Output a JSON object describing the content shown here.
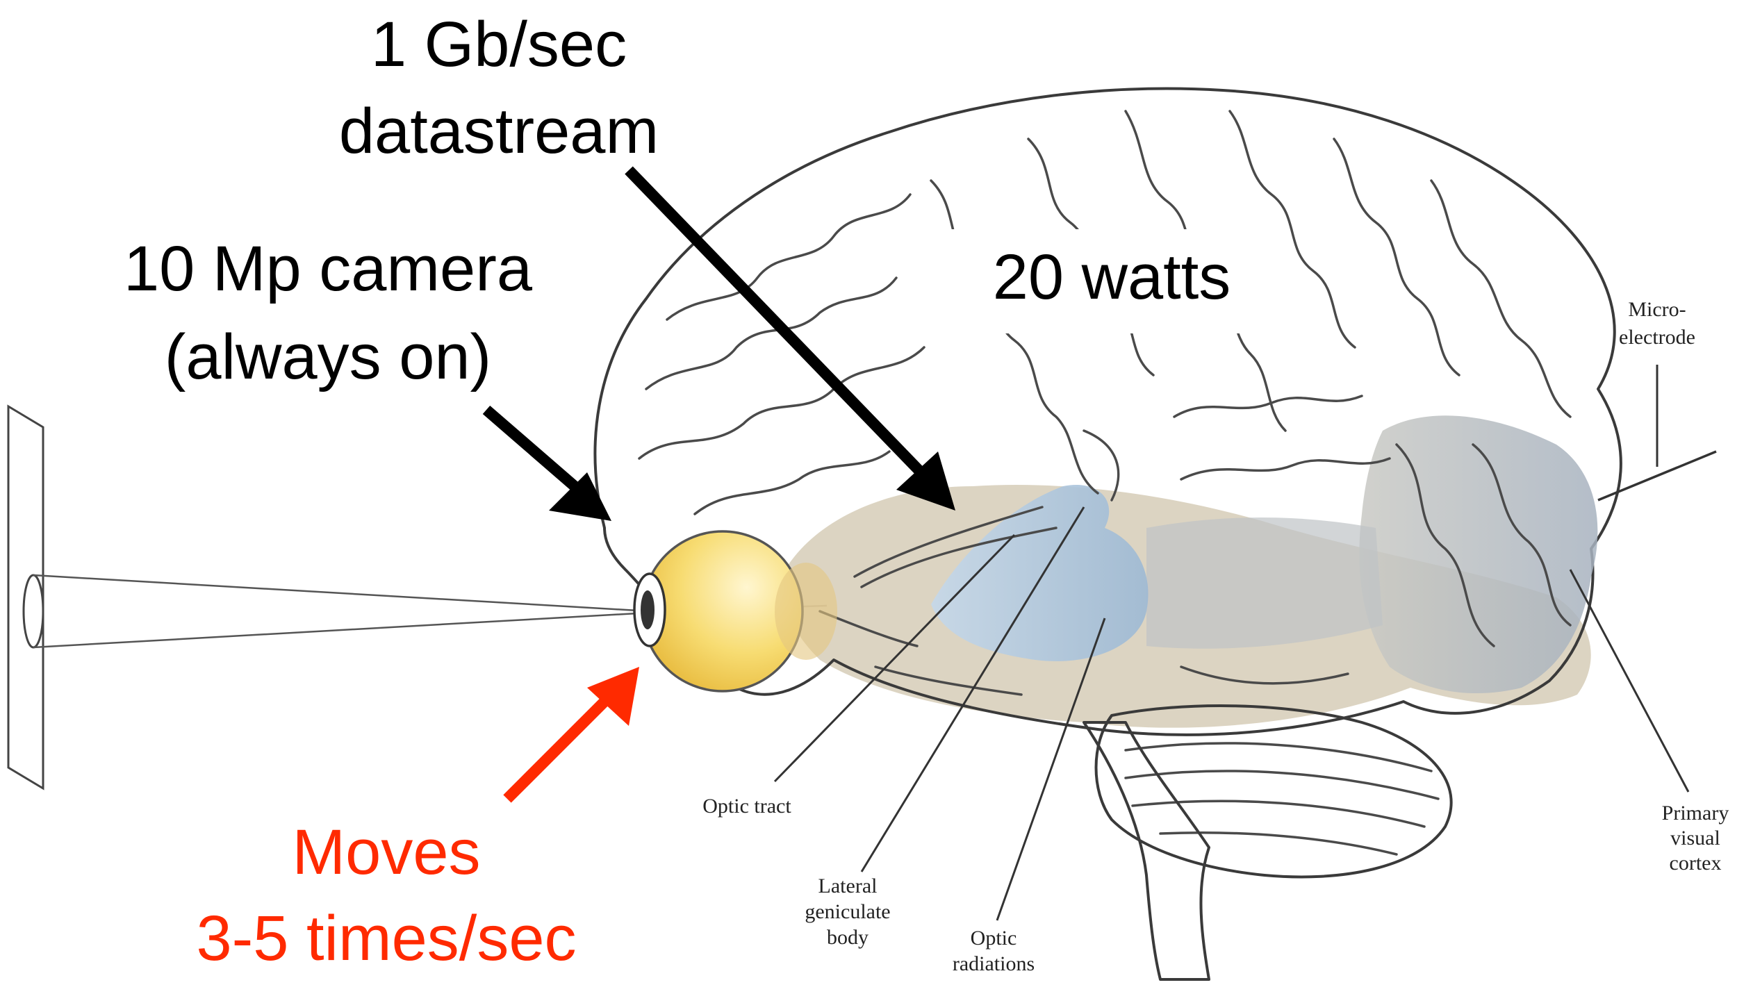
{
  "annotations": {
    "datastream": [
      "1 Gb/sec",
      "datastream"
    ],
    "camera": [
      "10 Mp camera",
      "(always on)"
    ],
    "power": "20 watts",
    "moves": [
      "Moves",
      "3-5 times/sec"
    ]
  },
  "labels": {
    "microelectrode": [
      "Micro-",
      "electrode"
    ],
    "optic_tract": "Optic tract",
    "lgn": [
      "Lateral",
      "geniculate",
      "body"
    ],
    "optic_radiations": [
      "Optic",
      "radiations"
    ],
    "primary_visual_cortex": [
      "Primary",
      "visual",
      "cortex"
    ]
  },
  "colors": {
    "black_arrow": "#000000",
    "red_arrow": "#ff2a00",
    "eye_yellow": "#f4d35e",
    "radiation_blue": "#a9c6df",
    "cortex_gray": "#b9bfc6",
    "lobe_tan": "#d8ccb2"
  }
}
